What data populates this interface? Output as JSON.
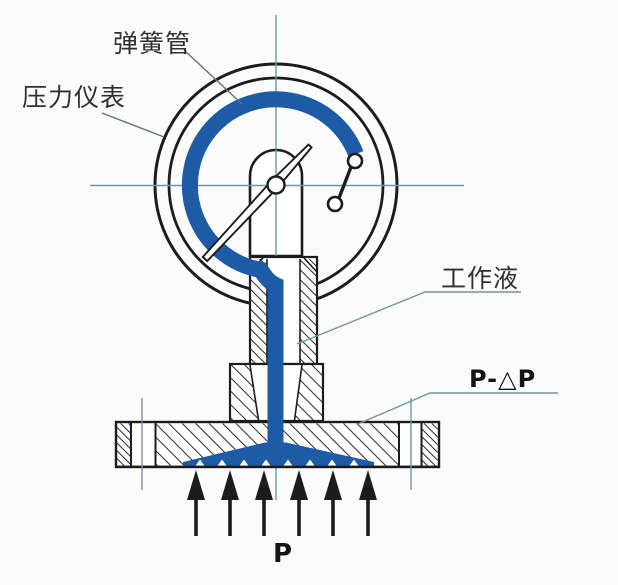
{
  "diagram": {
    "type": "engineering-cross-section",
    "subject": "diaphragm seal pressure gauge",
    "labels": {
      "spring_tube": "弹簧管",
      "pressure_gauge": "压力仪表",
      "working_fluid": "工作液",
      "pressure_minus_delta": "P-△P",
      "pressure": "P"
    },
    "colors": {
      "fluid_blue": "#1e5ba6",
      "centerline_teal": "#6f95aa",
      "leader_gray": "#5a7482",
      "line_black": "#1c1c1c",
      "text_dark": "#303030",
      "background": "#fbfbfb"
    }
  }
}
